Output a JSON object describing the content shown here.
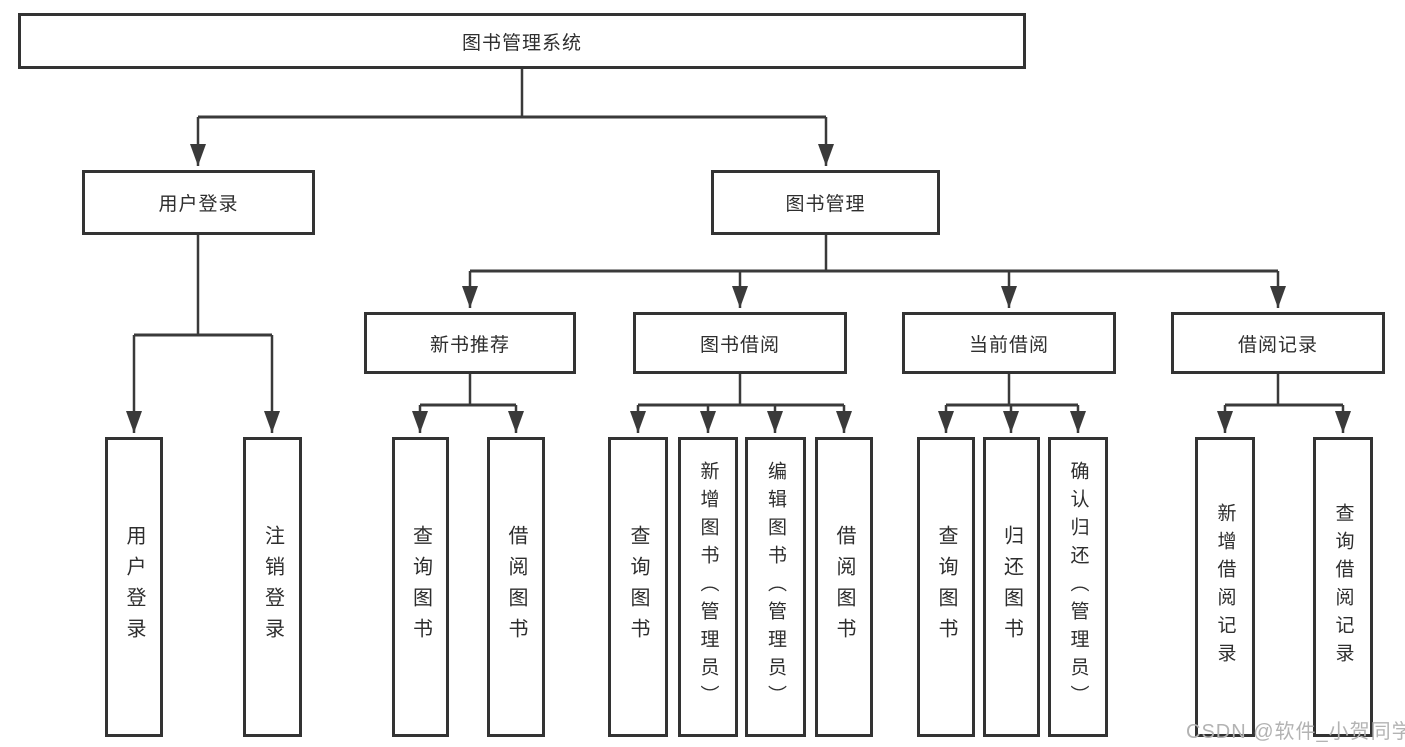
{
  "tree": {
    "label": "图书管理系统",
    "children": [
      {
        "label": "用户登录",
        "children": [
          {
            "label": "用户登录"
          },
          {
            "label": "注销登录"
          }
        ]
      },
      {
        "label": "图书管理",
        "children": [
          {
            "label": "新书推荐",
            "children": [
              {
                "label": "查询图书"
              },
              {
                "label": "借阅图书"
              }
            ]
          },
          {
            "label": "图书借阅",
            "children": [
              {
                "label": "查询图书"
              },
              {
                "label": "新增图书（管理员）"
              },
              {
                "label": "编辑图书（管理员）"
              },
              {
                "label": "借阅图书"
              }
            ]
          },
          {
            "label": "当前借阅",
            "children": [
              {
                "label": "查询图书"
              },
              {
                "label": "归还图书"
              },
              {
                "label": "确认归还（管理员）"
              }
            ]
          },
          {
            "label": "借阅记录",
            "children": [
              {
                "label": "新增借阅记录"
              },
              {
                "label": "查询借阅记录"
              }
            ]
          }
        ]
      }
    ]
  },
  "watermark": {
    "text": "CSDN @软件_小贺同学"
  },
  "colors": {
    "line": "#3a3a3a",
    "box_border": "#333333",
    "box_background": "#ffffff",
    "text": "#2e2e2e",
    "watermark": "#b3b3b3",
    "page_background": "#ffffff"
  }
}
